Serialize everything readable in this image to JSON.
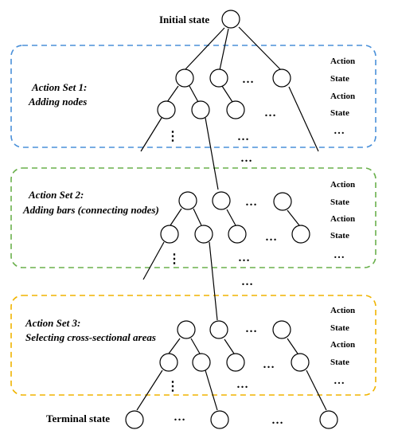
{
  "diagram": {
    "initial_label": "Initial state",
    "terminal_label": "Terminal state",
    "ellipsis": "…",
    "vdots": "⋮",
    "action_sets": [
      {
        "title": "Action Set 1:",
        "subtitle": "Adding nodes",
        "color": "#4a90d9",
        "side_labels": [
          "Action",
          "State",
          "Action",
          "State",
          "…"
        ]
      },
      {
        "title": "Action Set 2:",
        "subtitle": "Adding bars (connecting nodes)",
        "color": "#6ab04c",
        "side_labels": [
          "Action",
          "State",
          "Action",
          "State",
          "…"
        ]
      },
      {
        "title": "Action Set 3:",
        "subtitle": "Selecting cross-sectional areas",
        "color": "#f0b400",
        "side_labels": [
          "Action",
          "State",
          "Action",
          "State",
          "…"
        ]
      }
    ]
  }
}
